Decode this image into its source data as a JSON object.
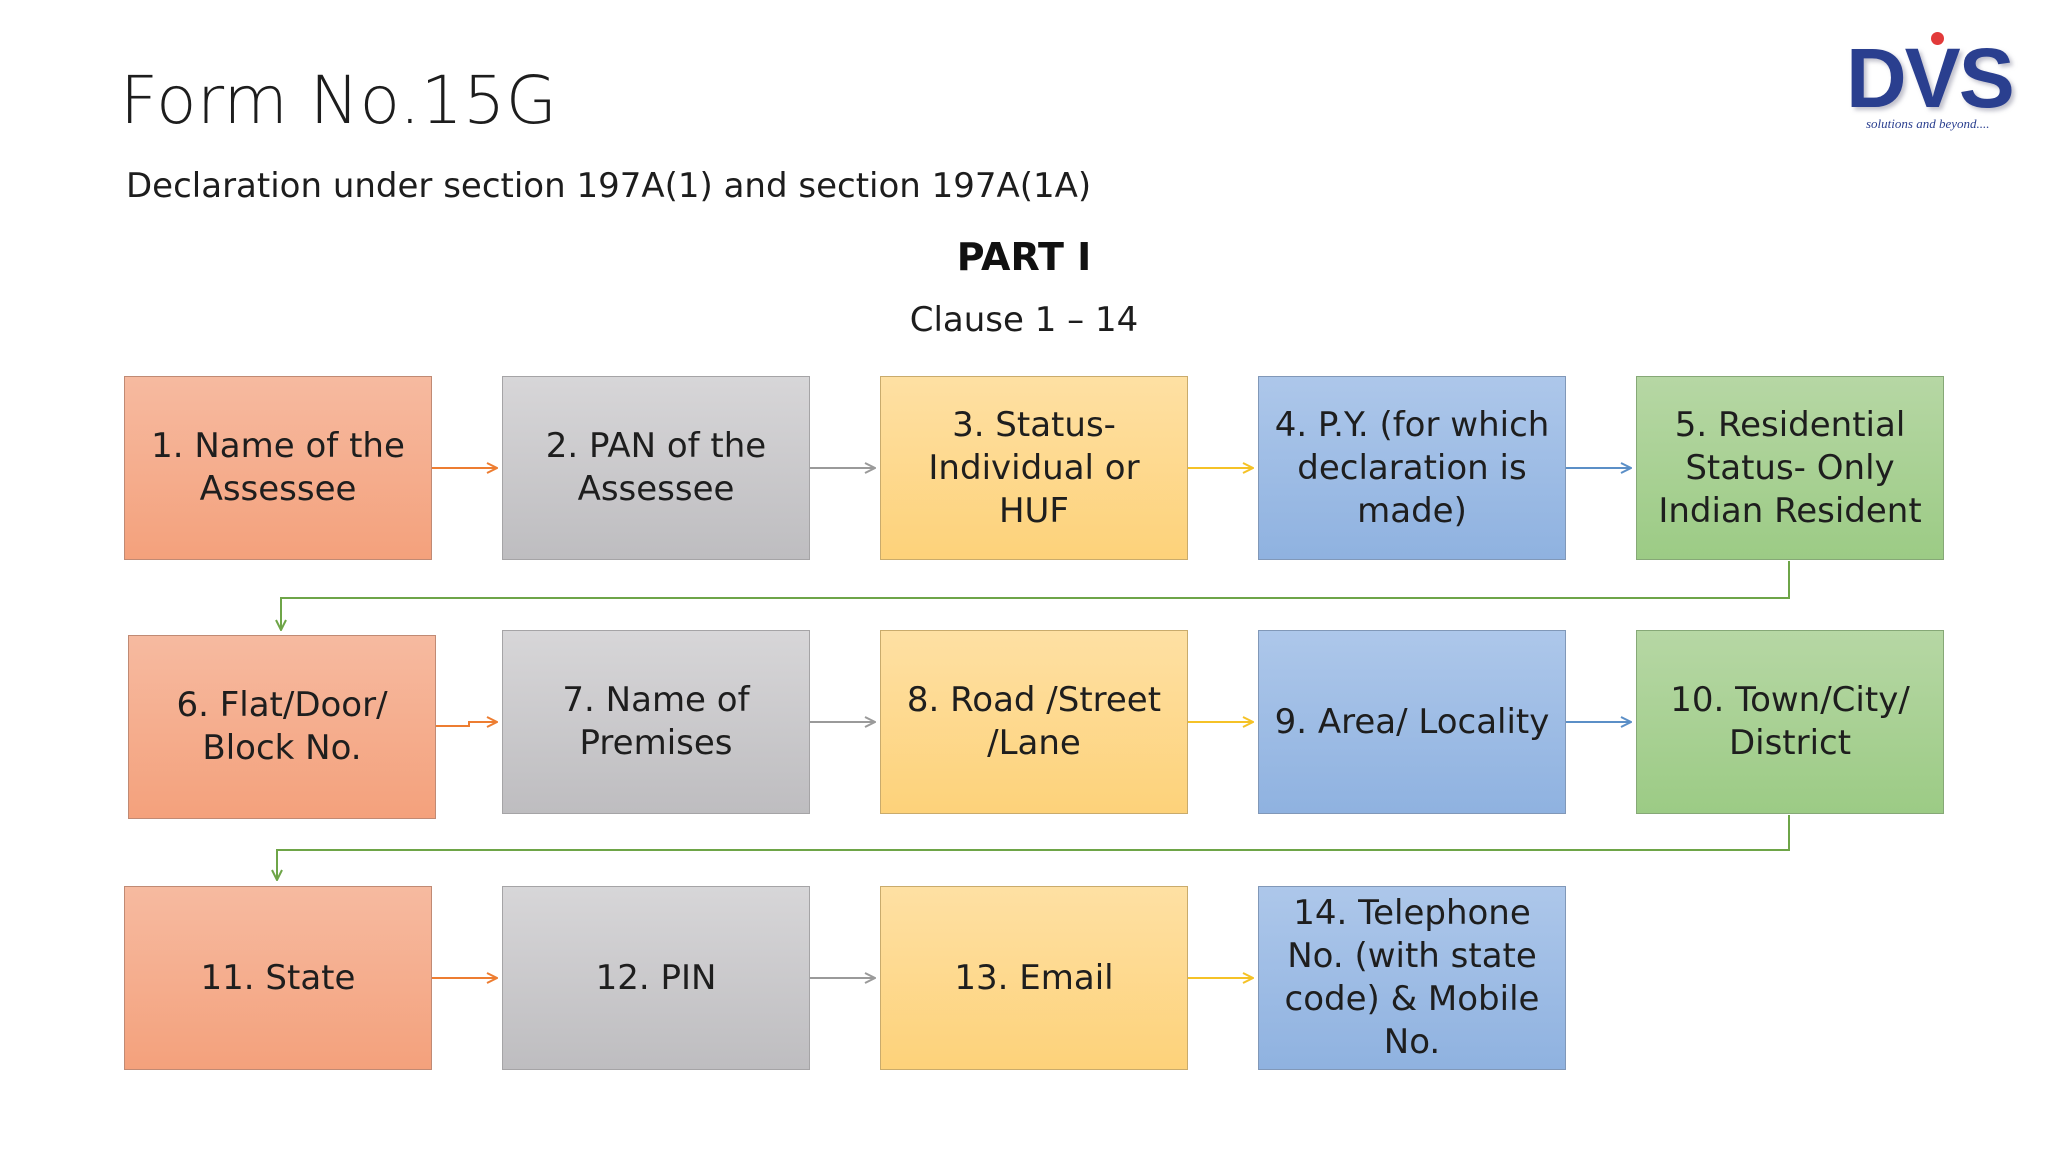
{
  "title": "Form No.15G",
  "subtitle": "Declaration under section 197A(1) and section 197A(1A)",
  "part": "PART I",
  "clause": "Clause 1 – 14",
  "logo": {
    "main": "DVS",
    "tagline": "solutions and beyond...."
  },
  "colors": {
    "orange": "#f4a17c",
    "gray": "#c6c5c7",
    "yellow": "#fdd27a",
    "blue": "#8fb2e0",
    "green": "#9ccb85",
    "logo": "#2a3f8f"
  },
  "steps": [
    {
      "label": "1. Name of the Assessee"
    },
    {
      "label": "2. PAN of the Assessee"
    },
    {
      "label": "3. Status- Individual or HUF"
    },
    {
      "label": "4. P.Y. (for which declaration is made)"
    },
    {
      "label": "5. Residential Status- Only Indian Resident"
    },
    {
      "label": "6. Flat/Door/ Block No."
    },
    {
      "label": "7. Name of Premises"
    },
    {
      "label": "8. Road /Street /Lane"
    },
    {
      "label": "9.  Area/ Locality"
    },
    {
      "label": "10. Town/City/ District"
    },
    {
      "label": "11. State"
    },
    {
      "label": "12. PIN"
    },
    {
      "label": "13. Email"
    },
    {
      "label": "14. Telephone No. (with state code) & Mobile No."
    }
  ]
}
